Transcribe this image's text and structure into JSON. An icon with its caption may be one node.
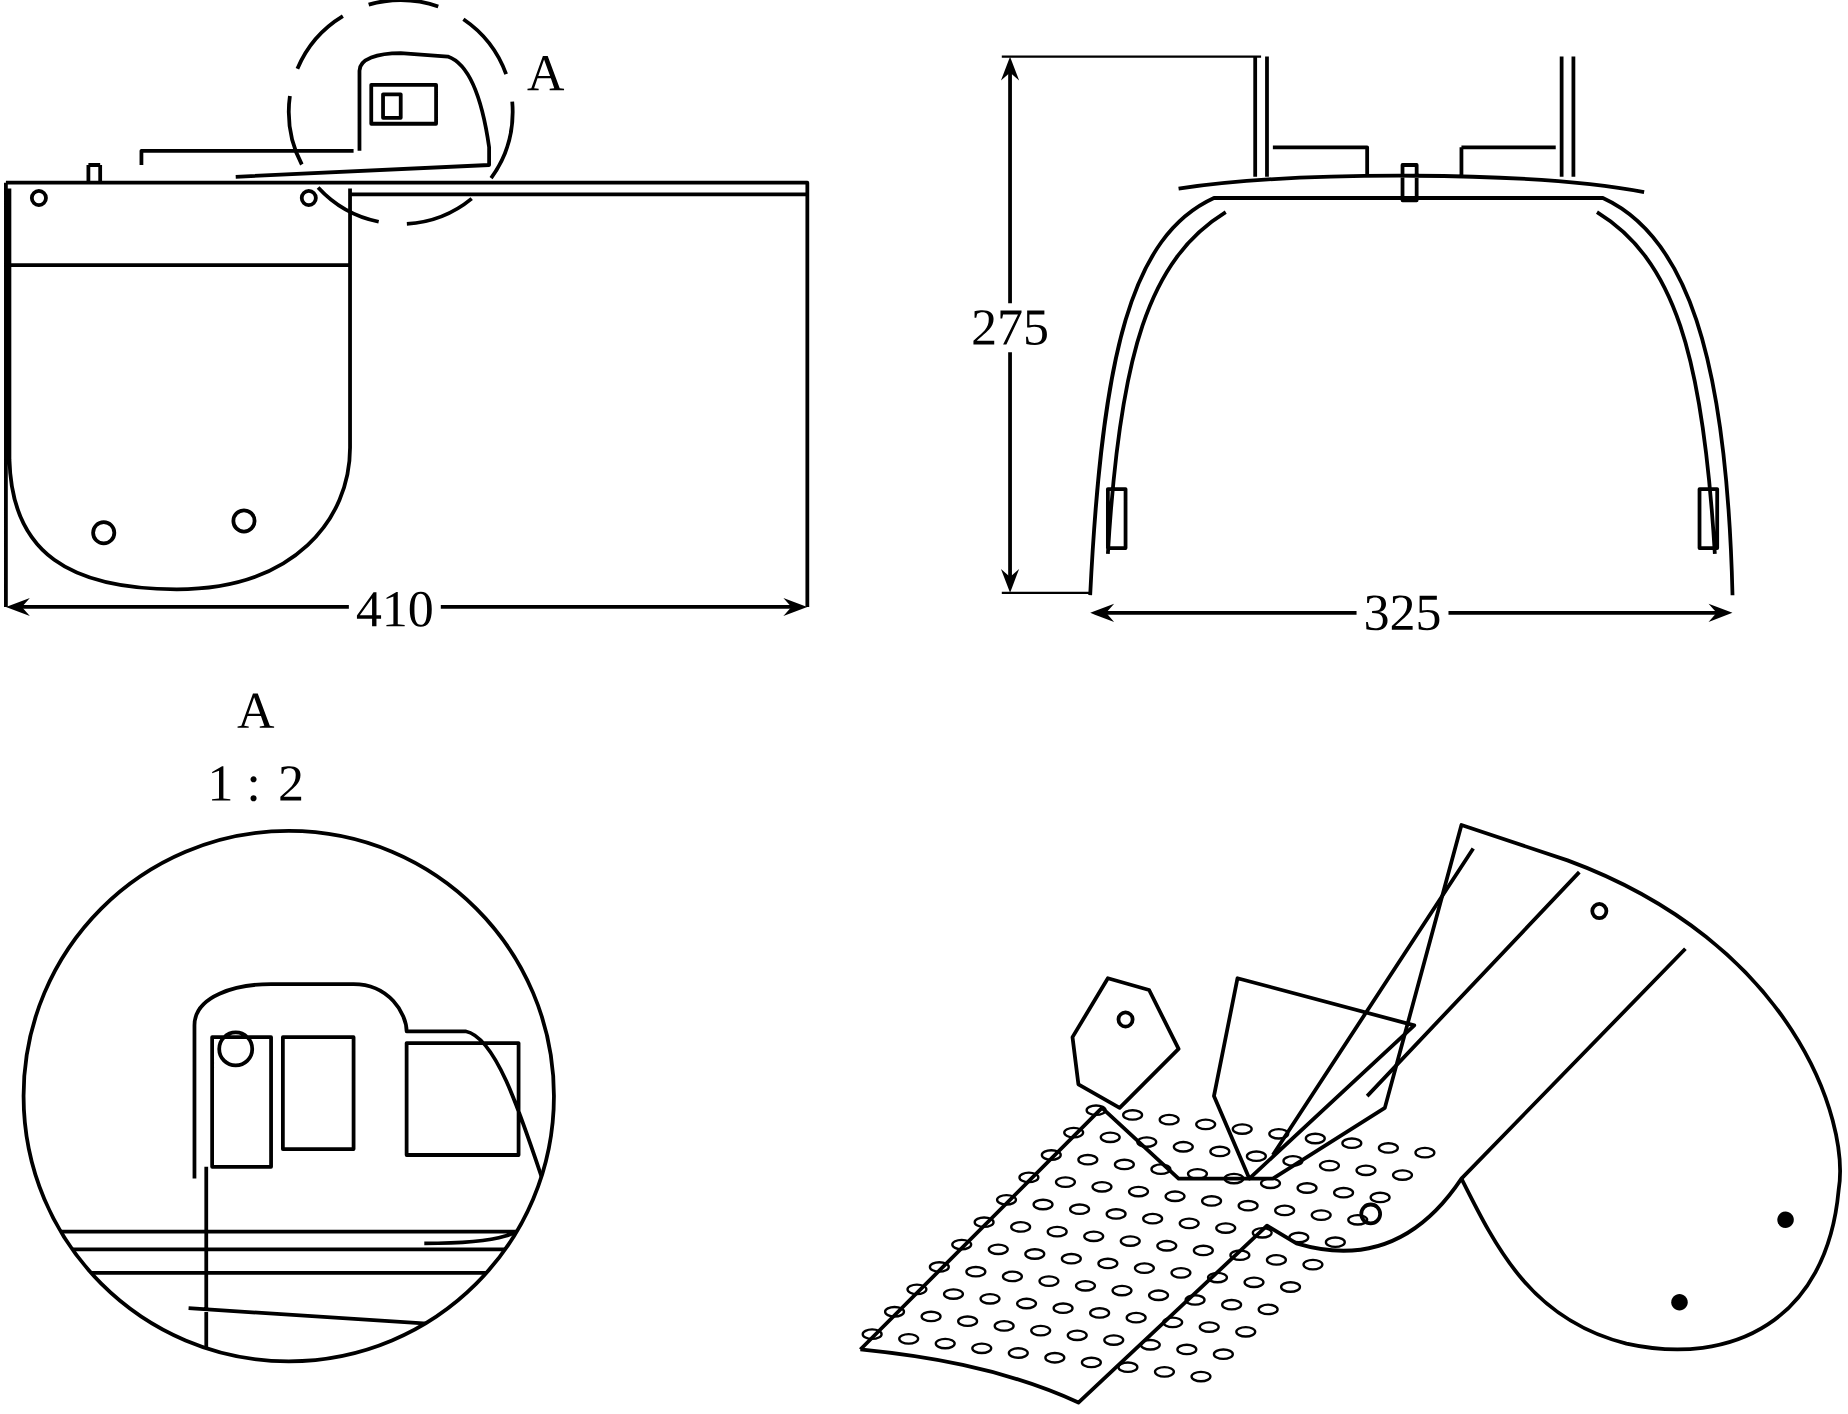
{
  "diagram": {
    "labels": [
      "A",
      "275",
      "410",
      "325",
      "A",
      "1 : 2"
    ]
  }
}
